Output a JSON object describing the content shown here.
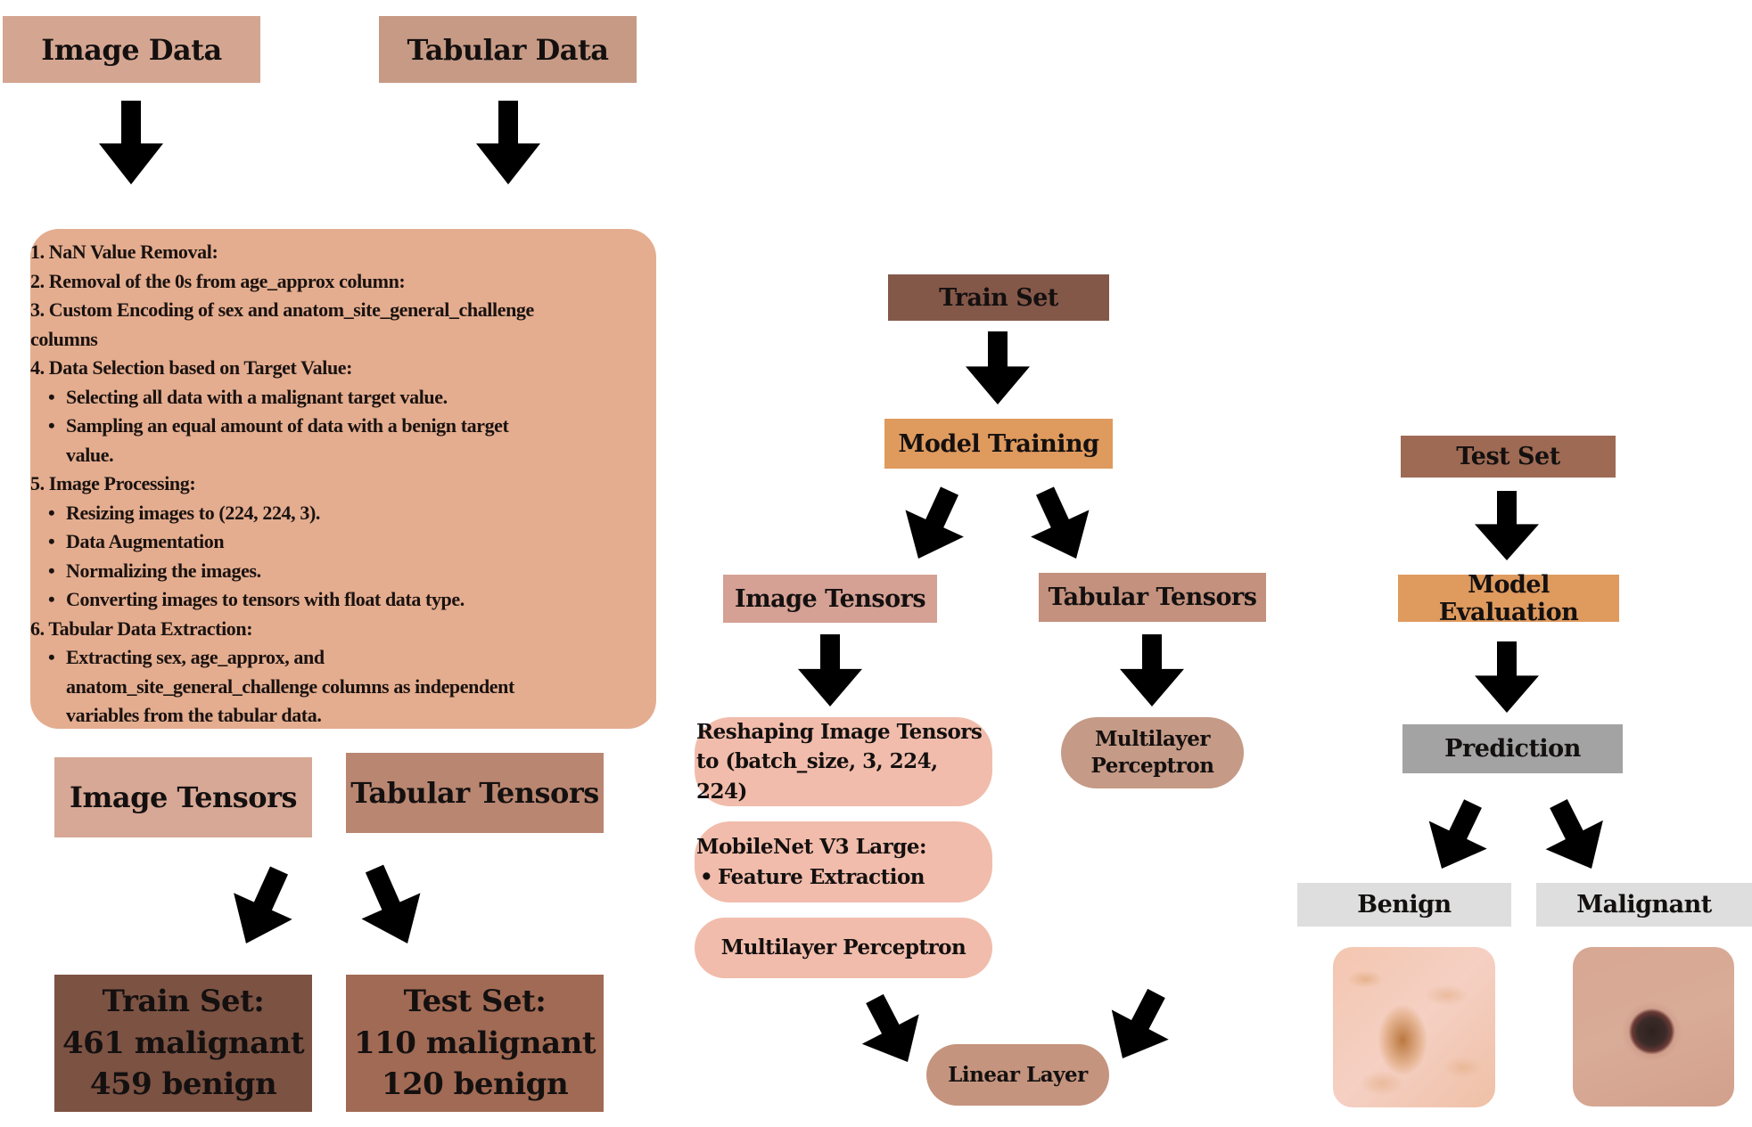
{
  "colors": {
    "image_data": "#d4a691",
    "tabular_data": "#c79a85",
    "prep_box": "#e4ad8f",
    "image_tensors_left": "#d7a895",
    "tabular_tensors_left": "#b98671",
    "train_set_stats": "#7c5243",
    "test_set_stats": "#a16a54",
    "train_set": "#845849",
    "model_training": "#df9a5e",
    "image_tensors_mid": "#d4a194",
    "tabular_tensors_mid": "#c3917d",
    "pink_pill": "#f1bcab",
    "mlp_right": "#c59a86",
    "linear_layer": "#c5947e",
    "test_set": "#9e6a54",
    "model_evaluation": "#df9a5e",
    "prediction": "#a3a3a3",
    "label_gray": "#dedede",
    "arrow": "#000000"
  },
  "left": {
    "image_data": "Image Data",
    "tabular_data": "Tabular Data",
    "preprocessing": [
      {
        "type": "step",
        "text": "1. NaN Value Removal:"
      },
      {
        "type": "step",
        "text": "2. Removal of the 0s from age_approx column:"
      },
      {
        "type": "step",
        "text": "3. Custom Encoding of sex and anatom_site_general_challenge"
      },
      {
        "type": "cont0",
        "text": "columns"
      },
      {
        "type": "step",
        "text": "4. Data Selection based on Target Value:"
      },
      {
        "type": "bullet",
        "text": "Selecting all data with a malignant target value."
      },
      {
        "type": "bullet",
        "text": "Sampling an equal amount of data with a benign target"
      },
      {
        "type": "cont",
        "text": "value."
      },
      {
        "type": "step",
        "text": "5. Image Processing:"
      },
      {
        "type": "bullet",
        "text": "Resizing images to (224, 224, 3)."
      },
      {
        "type": "bullet",
        "text": "Data Augmentation"
      },
      {
        "type": "bullet",
        "text": "Normalizing the images."
      },
      {
        "type": "bullet",
        "text": "Converting images to tensors with float data type."
      },
      {
        "type": "step",
        "text": "6. Tabular Data Extraction:"
      },
      {
        "type": "bullet",
        "text": "Extracting sex, age_approx, and"
      },
      {
        "type": "cont",
        "text": "anatom_site_general_challenge columns as independent"
      },
      {
        "type": "cont",
        "text": "variables from the tabular data."
      }
    ],
    "image_tensors": "Image Tensors",
    "tabular_tensors": "Tabular Tensors",
    "train_set": {
      "title": "Train Set:",
      "malignant": "461 malignant",
      "benign": "459 benign"
    },
    "test_set": {
      "title": "Test Set:",
      "malignant": "110 malignant",
      "benign": "120 benign"
    }
  },
  "middle": {
    "train_set": "Train Set",
    "model_training": "Model Training",
    "image_tensors": "Image Tensors",
    "tabular_tensors": "Tabular Tensors",
    "reshaping": [
      "Reshaping Image Tensors",
      "to (batch_size, 3, 224, 224)"
    ],
    "mobilenet": {
      "title": "MobileNet V3 Large:",
      "bullet": "Feature Extraction"
    },
    "mlp_image": "Multilayer Perceptron",
    "mlp_tabular": [
      "Multilayer",
      "Perceptron"
    ],
    "linear_layer": "Linear Layer"
  },
  "right": {
    "test_set": "Test Set",
    "model_evaluation": "Model Evaluation",
    "prediction": "Prediction",
    "benign": "Benign",
    "malignant": "Malignant"
  },
  "icons": {
    "arrow": "arrow-icon",
    "benign_image": "benign-lesion-photo",
    "malignant_image": "malignant-lesion-photo"
  }
}
